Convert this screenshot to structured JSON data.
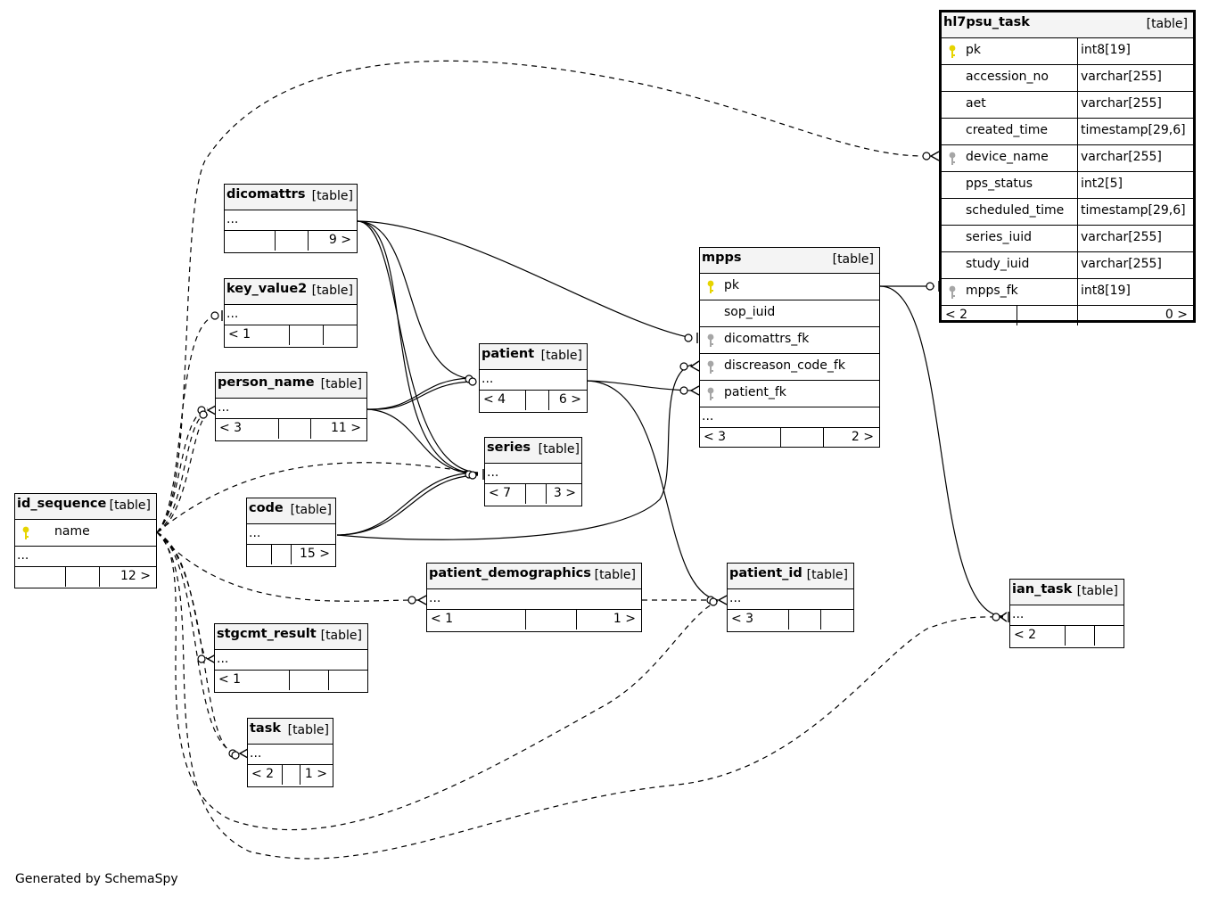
{
  "footer_text": "Generated by SchemaSpy",
  "tables": {
    "hl7psu_task": {
      "name": "hl7psu_task",
      "type": "[table]",
      "columns": [
        {
          "name": "pk",
          "type": "int8[19]",
          "key": "primary"
        },
        {
          "name": "accession_no",
          "type": "varchar[255]",
          "key": ""
        },
        {
          "name": "aet",
          "type": "varchar[255]",
          "key": ""
        },
        {
          "name": "created_time",
          "type": "timestamp[29,6]",
          "key": ""
        },
        {
          "name": "device_name",
          "type": "varchar[255]",
          "key": "foreign"
        },
        {
          "name": "pps_status",
          "type": "int2[5]",
          "key": ""
        },
        {
          "name": "scheduled_time",
          "type": "timestamp[29,6]",
          "key": ""
        },
        {
          "name": "series_iuid",
          "type": "varchar[255]",
          "key": ""
        },
        {
          "name": "study_iuid",
          "type": "varchar[255]",
          "key": ""
        },
        {
          "name": "mpps_fk",
          "type": "int8[19]",
          "key": "foreign"
        }
      ],
      "footer_left": "< 2",
      "footer_right": "0 >"
    },
    "mpps": {
      "name": "mpps",
      "type": "[table]",
      "columns": [
        {
          "name": "pk",
          "key": "primary"
        },
        {
          "name": "sop_iuid",
          "key": ""
        },
        {
          "name": "dicomattrs_fk",
          "key": "foreign"
        },
        {
          "name": "discreason_code_fk",
          "key": "foreign"
        },
        {
          "name": "patient_fk",
          "key": "foreign"
        }
      ],
      "elided": "...",
      "footer_left": "< 3",
      "footer_right": "2 >"
    },
    "dicomattrs": {
      "name": "dicomattrs",
      "type": "[table]",
      "elided": "...",
      "footer_left": "",
      "footer_right": "9 >"
    },
    "key_value2": {
      "name": "key_value2",
      "type": "[table]",
      "elided": "...",
      "footer_left": "< 1",
      "footer_right": ""
    },
    "person_name": {
      "name": "person_name",
      "type": "[table]",
      "elided": "...",
      "footer_left": "< 3",
      "footer_right": "11 >"
    },
    "patient": {
      "name": "patient",
      "type": "[table]",
      "elided": "...",
      "footer_left": "< 4",
      "footer_right": "6 >"
    },
    "series": {
      "name": "series",
      "type": "[table]",
      "elided": "...",
      "footer_left": "< 7",
      "footer_right": "3 >"
    },
    "code": {
      "name": "code",
      "type": "[table]",
      "elided": "...",
      "footer_left": "",
      "footer_right": "15 >"
    },
    "id_sequence": {
      "name": "id_sequence",
      "type": "[table]",
      "columns": [
        {
          "name": "name",
          "key": "primary"
        }
      ],
      "elided": "...",
      "footer_left": "",
      "footer_right": "12 >"
    },
    "patient_demographics": {
      "name": "patient_demographics",
      "type": "[table]",
      "elided": "...",
      "footer_left": "< 1",
      "footer_right": "1 >"
    },
    "patient_id": {
      "name": "patient_id",
      "type": "[table]",
      "elided": "...",
      "footer_left": "< 3",
      "footer_right": ""
    },
    "stgcmt_result": {
      "name": "stgcmt_result",
      "type": "[table]",
      "elided": "...",
      "footer_left": "< 1",
      "footer_right": ""
    },
    "task": {
      "name": "task",
      "type": "[table]",
      "elided": "...",
      "footer_left": "< 2",
      "footer_right": "1 >"
    },
    "ian_task": {
      "name": "ian_task",
      "type": "[table]",
      "elided": "...",
      "footer_left": "< 2",
      "footer_right": ""
    }
  },
  "colors": {
    "primary_key": "#e6d400",
    "foreign_key": "#a6a6a6",
    "header_bg": "#f4f4f4",
    "line": "#000000"
  }
}
